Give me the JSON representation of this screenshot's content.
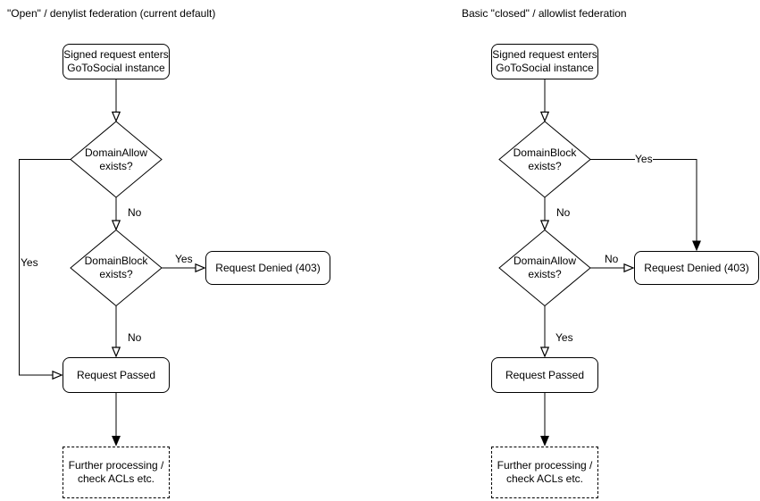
{
  "colors": {
    "background": "#ffffff",
    "stroke": "#000000",
    "text": "#000000"
  },
  "charts": [
    {
      "id": "open-denylist",
      "title": "\"Open\" / denylist federation (current default)",
      "start": [
        "Signed request enters",
        "GoToSocial instance"
      ],
      "decision1": [
        "DomainAllow",
        "exists?"
      ],
      "decision2": [
        "DomainBlock",
        "exists?"
      ],
      "denied": "Request Denied (403)",
      "passed": "Request Passed",
      "further": [
        "Further processing /",
        "check ACLs etc."
      ],
      "labels": {
        "decision1_yes": "Yes",
        "decision1_no": "No",
        "decision2_yes": "Yes",
        "decision2_no": "No"
      }
    },
    {
      "id": "closed-allowlist",
      "title": "Basic \"closed\" / allowlist federation",
      "start": [
        "Signed request enters",
        "GoToSocial instance"
      ],
      "decision1": [
        "DomainBlock",
        "exists?"
      ],
      "decision2": [
        "DomainAllow",
        "exists?"
      ],
      "denied": "Request Denied (403)",
      "passed": "Request Passed",
      "further": [
        "Further processing /",
        "check ACLs etc."
      ],
      "labels": {
        "decision1_yes": "Yes",
        "decision1_no": "No",
        "decision2_no": "No",
        "decision2_yes": "Yes"
      }
    }
  ]
}
